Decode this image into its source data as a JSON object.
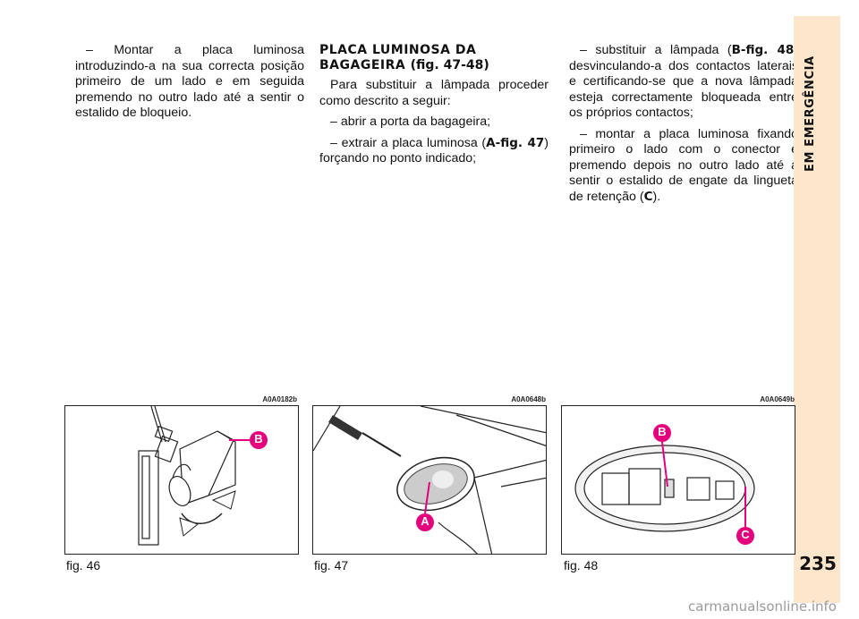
{
  "sidebar": {
    "section_title": "EM EMERGÊNCIA",
    "page_number": "235"
  },
  "col1": {
    "p1": "– Montar a placa luminosa introduzindo-a na sua correcta posição primeiro de um lado e em seguida premendo no outro lado até a sentir o estalido de bloqueio."
  },
  "col2": {
    "heading_line1": "PLACA LUMINOSA DA",
    "heading_line2": "BAGAGEIRA",
    "heading_ref": "(fig. 47-48)",
    "p1": "Para substituir a lâmpada proceder como descrito a seguir:",
    "p2": "– abrir a porta da bagageira;",
    "p3_pre": "– extrair a placa luminosa (",
    "p3_ref": "A-fig. 47",
    "p3_post": ") forçando no ponto indicado;"
  },
  "col3": {
    "p1_pre": "– substituir a lâmpada (",
    "p1_ref": "B-fig. 48",
    "p1_post": ") desvinculando-a dos contactos laterais e certificando-se que a nova lâmpada esteja correctamente bloqueada entre os próprios contactos;",
    "p2_pre": "– montar a placa luminosa fixando primeiro o lado com o conector e premendo depois no outro lado até a sentir o estalido de engate da lingueta de retenção (",
    "p2_ref": "C",
    "p2_post": ")."
  },
  "figures": [
    {
      "caption": "fig. 46",
      "code": "A0A0182b",
      "callouts": [
        "B"
      ]
    },
    {
      "caption": "fig. 47",
      "code": "A0A0648b",
      "callouts": [
        "A"
      ]
    },
    {
      "caption": "fig. 48",
      "code": "A0A0649b",
      "callouts": [
        "B",
        "C"
      ]
    }
  ],
  "colors": {
    "sidebar": "#fde6cc",
    "callout": "#e4007c"
  },
  "watermark": "carmanualsonline.info"
}
